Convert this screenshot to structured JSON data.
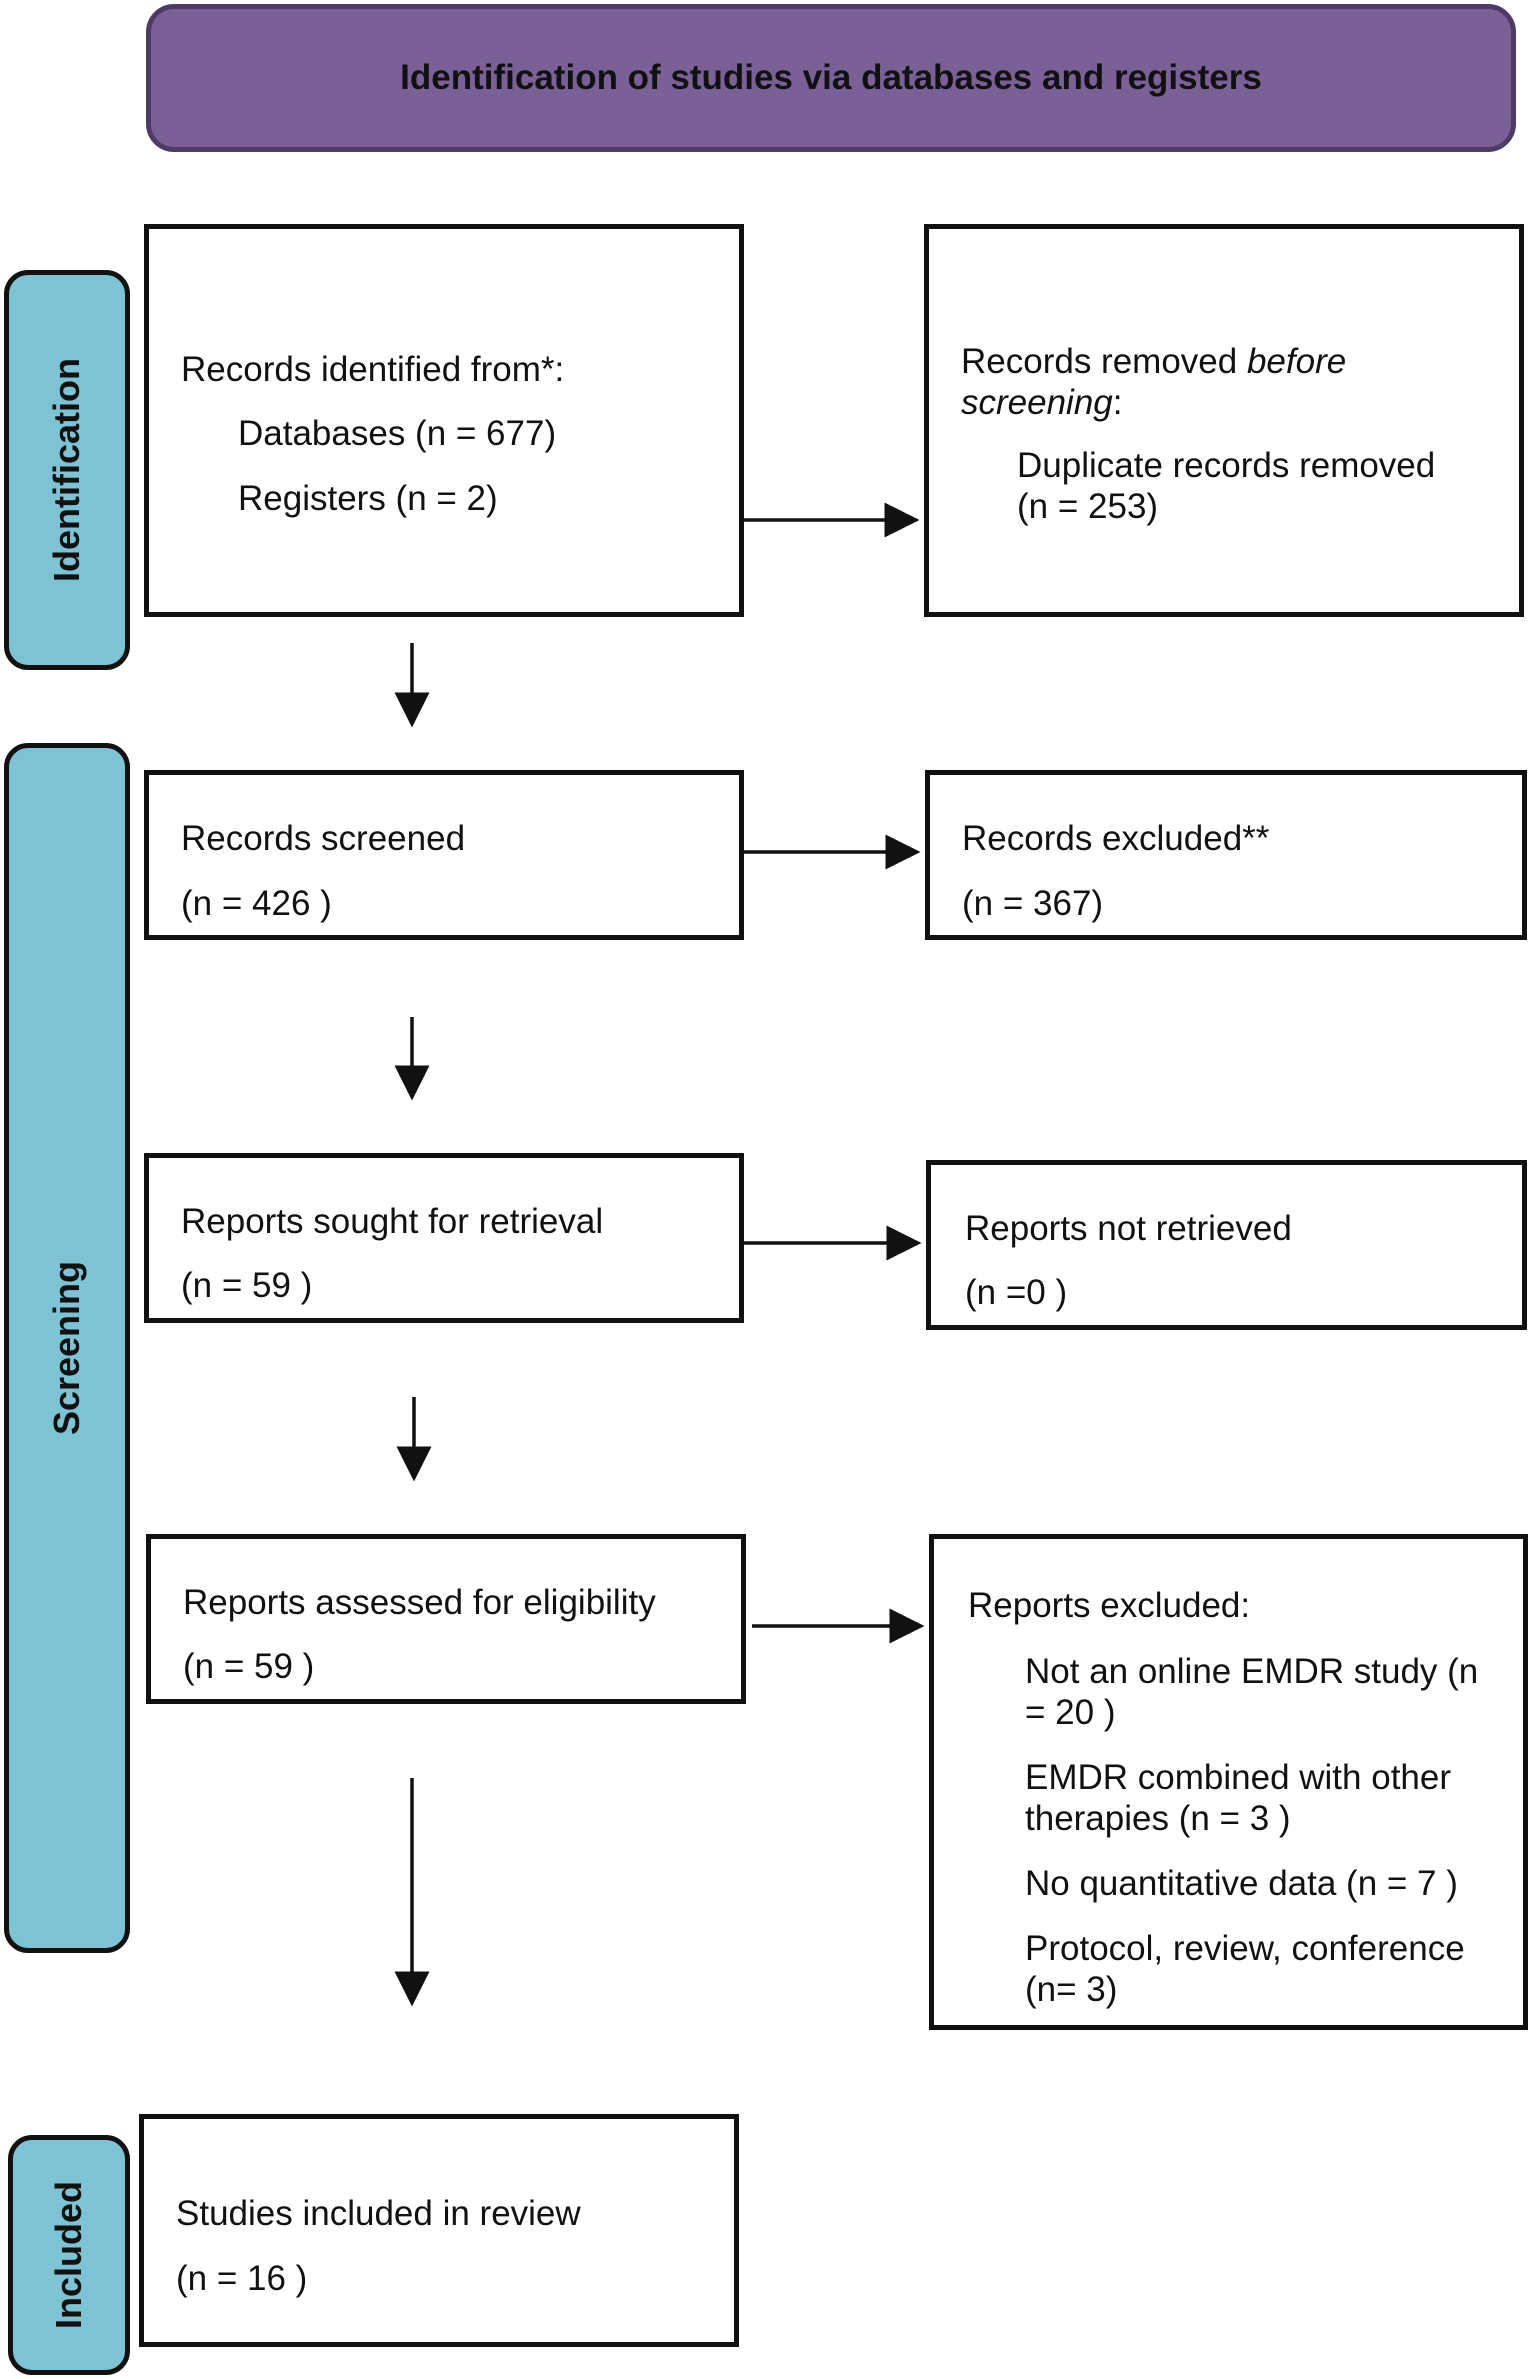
{
  "header": {
    "title": "Identification of studies via databases and registers"
  },
  "stages": {
    "identification": "Identification",
    "screening": "Screening",
    "included": "Included"
  },
  "identified": {
    "title": "Records identified from*:",
    "databases": "Databases (n = 677)",
    "registers": "Registers (n = 2)"
  },
  "removed": {
    "title_a": "Records removed ",
    "title_b": "before",
    "title_c": "screening",
    "title_d": ":",
    "line1": "Duplicate records removed",
    "line2": "(n = 253)"
  },
  "screened": {
    "title": "Records screened",
    "count": "(n = 426 )"
  },
  "excluded": {
    "title": "Records excluded**",
    "count": "(n = 367)"
  },
  "sought": {
    "title": "Reports sought for retrieval",
    "count": "(n = 59 )"
  },
  "not_retrieved": {
    "title": "Reports not retrieved",
    "count": "(n =0 )"
  },
  "assessed": {
    "title": "Reports assessed for eligibility",
    "count": "(n = 59 )"
  },
  "reports_excluded": {
    "title": "Reports excluded:",
    "reasons": [
      {
        "l1": "Not an online EMDR study (n",
        "l2": "= 20 )"
      },
      {
        "l1": "EMDR combined with other",
        "l2": "therapies (n = 3 )"
      },
      {
        "l1": "No quantitative data (n = 7 )",
        "l2": ""
      },
      {
        "l1": "Protocol, review, conference",
        "l2": "(n= 3)"
      }
    ]
  },
  "included": {
    "title": "Studies included in review",
    "count": "(n = 16 )"
  }
}
